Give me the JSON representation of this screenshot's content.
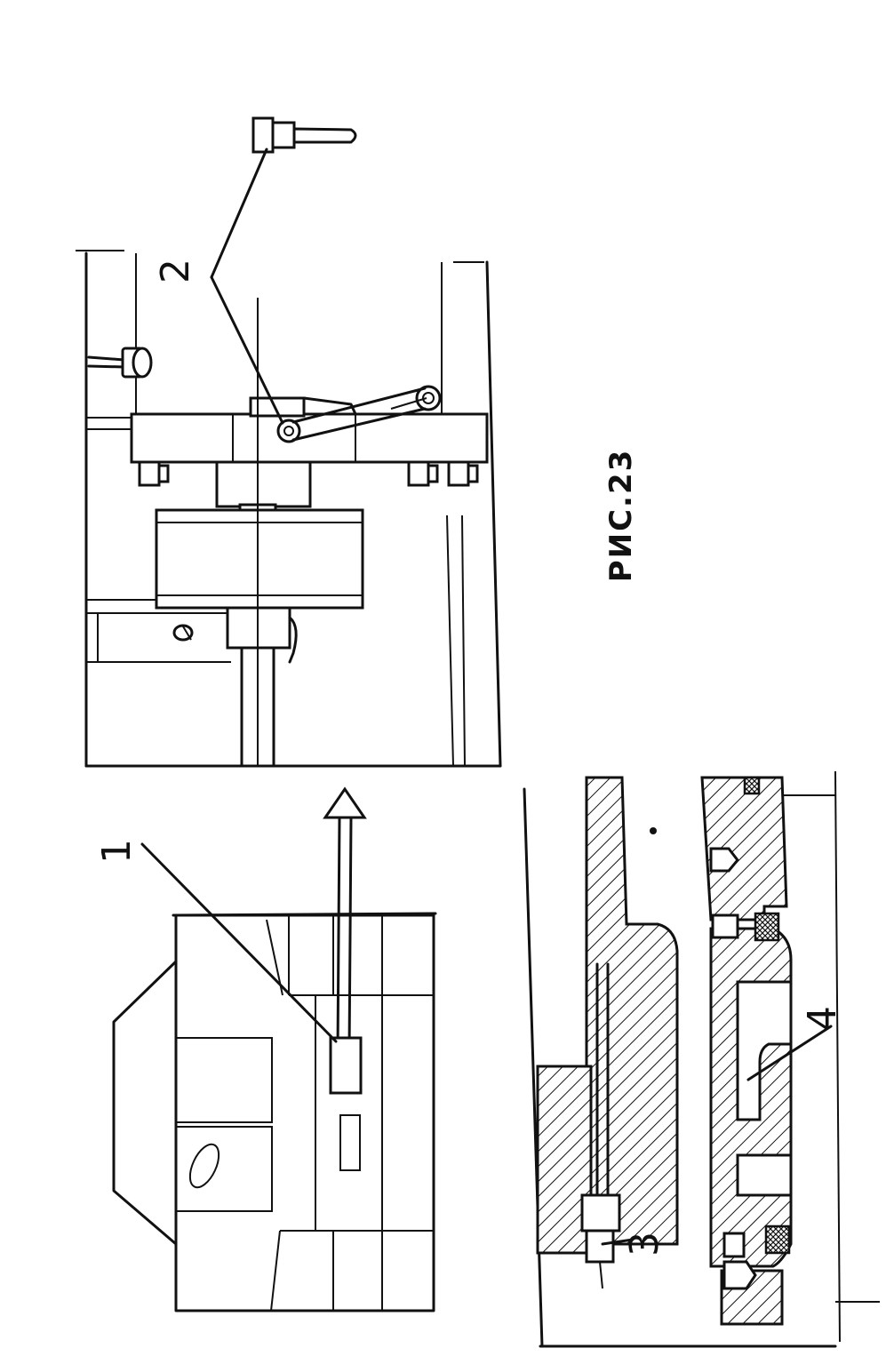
{
  "figure": {
    "caption": "РИС.23",
    "callouts": [
      "1",
      "2",
      "3",
      "4"
    ]
  }
}
